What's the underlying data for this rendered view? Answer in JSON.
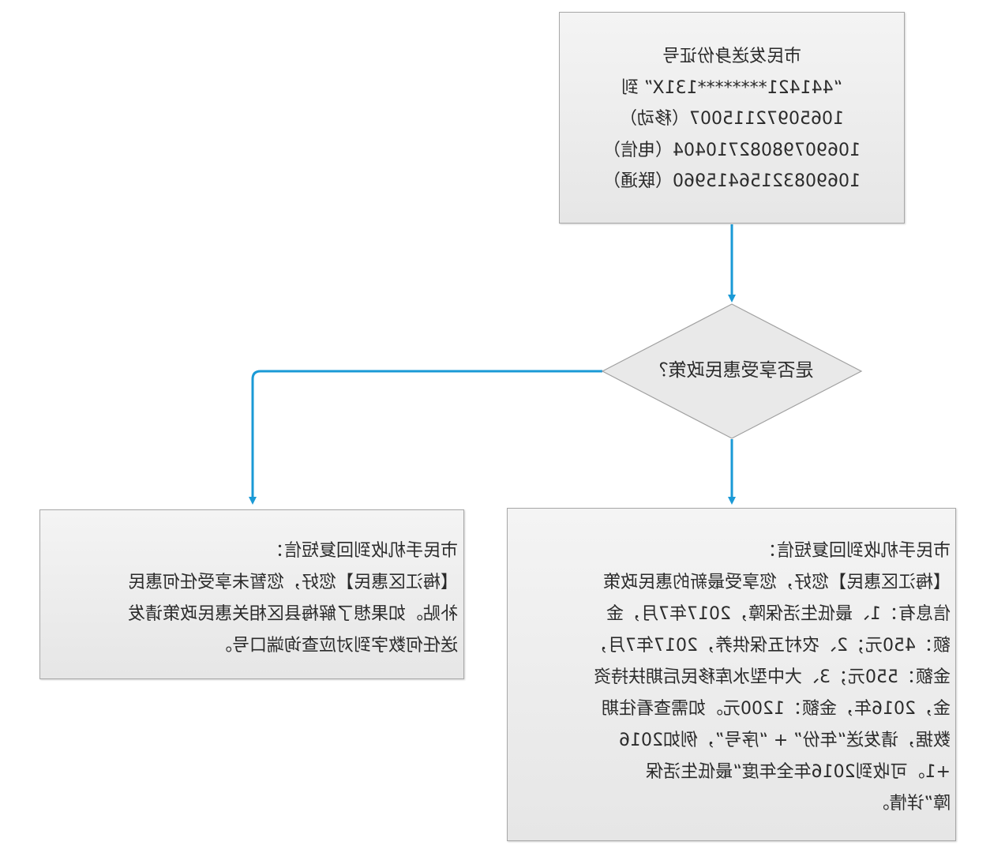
{
  "top_box": {
    "lines": [
      "市民发送身份证号",
      "“441421********131X” 到",
      "10650972115007（移动）",
      "10690798082710404（电信）",
      "10690832156415960（联通）"
    ]
  },
  "decision": {
    "label": "是否享受惠民政策？"
  },
  "left_box": {
    "lines": [
      "市民手机收到回复短信：",
      "【梅江区惠民】您好，您暂未享受任何惠民",
      "补贴。如果想了解梅县区相关惠民政策请发",
      "送任何数字到对应查询端口号。"
    ]
  },
  "right_box": {
    "lines": [
      "市民手机收到回复短信：",
      "【梅江区惠民】您好，您享受最新的惠民政策",
      "信息有：1、最低生活保障，2017年7月，金",
      "额：450元；2、农村五保供养，2017年7月，",
      "金额：550元；3、大中型水库移民后期扶持资",
      "金，2016年，金额：1200元。如需查看往期",
      "数据，请发送“年份” + “序号”，例如2016",
      "+1。可收到2016年全年度“最低生活保",
      "障”详情。"
    ]
  },
  "colors": {
    "connector": "#1a9ad6",
    "box_border": "#a8a8a8"
  }
}
